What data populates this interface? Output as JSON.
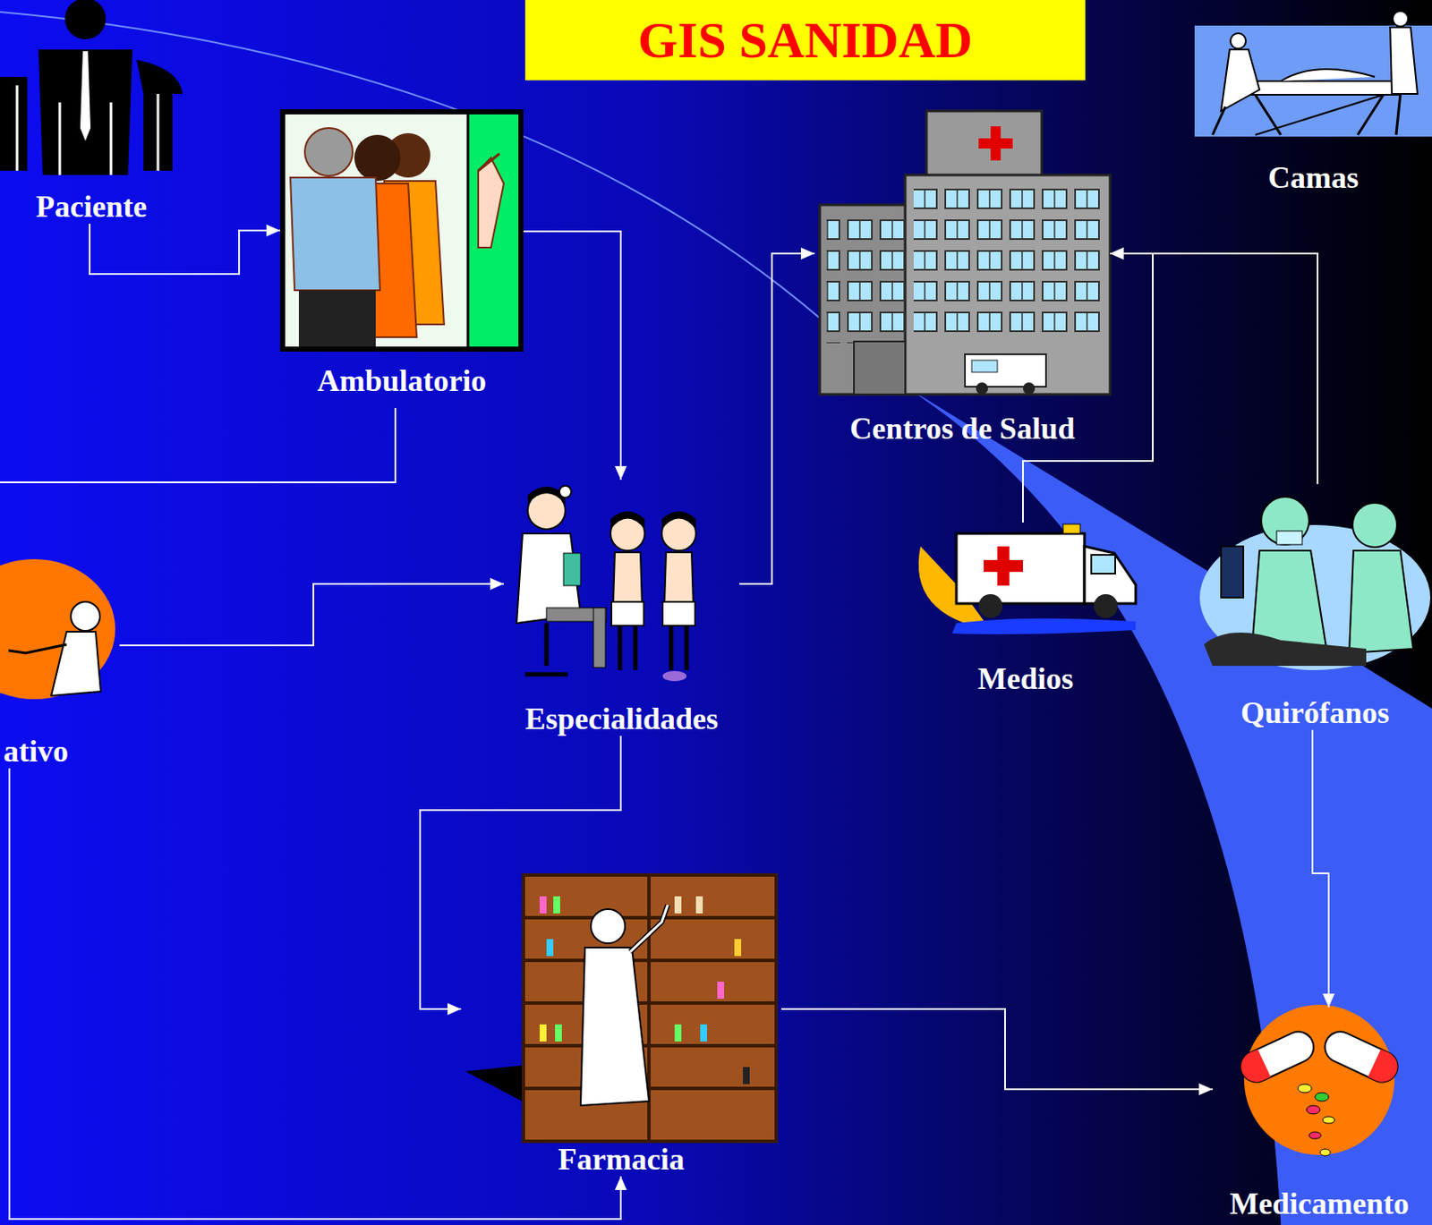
{
  "diagram": {
    "title": "GIS SANIDAD",
    "nodes": [
      {
        "text": [
          "Paciente"
        ]
      },
      {
        "text": [
          "Ambulatorio"
        ]
      },
      {
        "text": [
          "Camas"
        ]
      },
      {
        "text": [
          "Centros de Salud"
        ]
      },
      {
        "text": [
          "ativo"
        ]
      },
      {
        "text": [
          "Especialidades"
        ]
      },
      {
        "text": [
          "Medios"
        ]
      },
      {
        "text": [
          "Quirófanos"
        ]
      },
      {
        "text": [
          "Farmacia"
        ]
      },
      {
        "text": [
          "Medicamento"
        ]
      }
    ],
    "edges": [
      {
        "from": 0,
        "to": 1,
        "arrow": "to"
      },
      {
        "from": 1,
        "to": 5,
        "arrow": "to"
      },
      {
        "from": 4,
        "to": 5,
        "arrow": "to"
      },
      {
        "from": 4,
        "to": 8,
        "arrow": "to"
      },
      {
        "from": 5,
        "to": 3,
        "arrow": "to"
      },
      {
        "from": 5,
        "to": 8,
        "arrow": "to"
      },
      {
        "from": 6,
        "to": 3,
        "arrow": "to"
      },
      {
        "from": 7,
        "to": 3,
        "arrow": "to"
      },
      {
        "from": 7,
        "to": 9,
        "arrow": "to"
      },
      {
        "from": 8,
        "to": 9,
        "arrow": "to"
      }
    ]
  }
}
